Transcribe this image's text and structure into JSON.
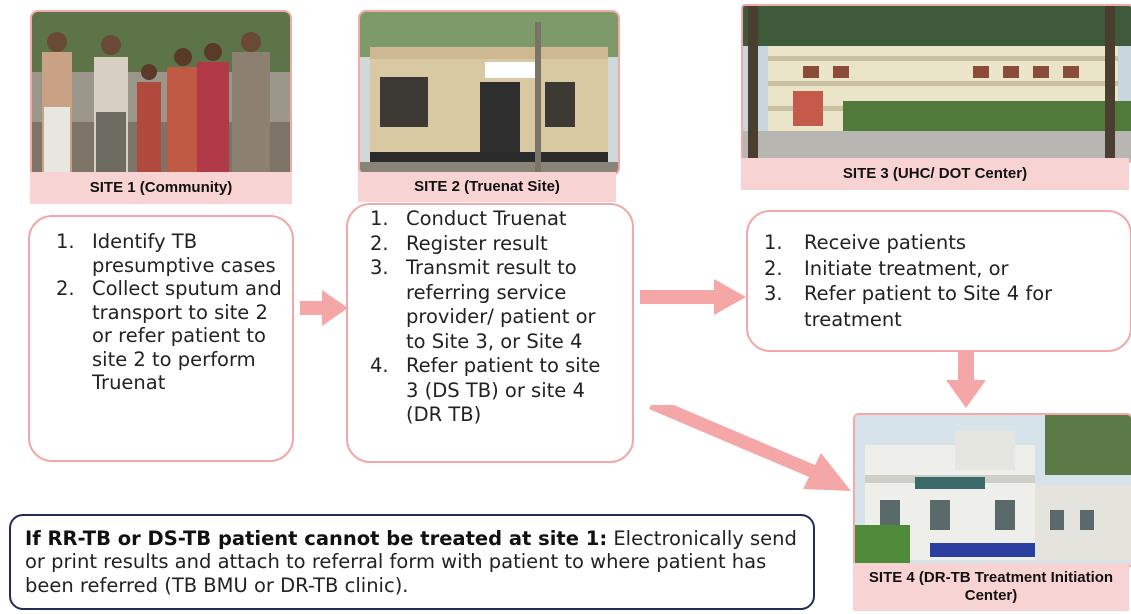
{
  "site1": {
    "label": "SITE 1 (Community)",
    "items": [
      {
        "num": "1.",
        "text": "Identify TB presumptive cases"
      },
      {
        "num": "2.",
        "text": "Collect sputum and transport to site 2 or refer patient to site 2 to perform Truenat"
      }
    ]
  },
  "site2": {
    "label": "SITE 2 (Truenat Site)",
    "items": [
      {
        "num": "1.",
        "text": "Conduct Truenat"
      },
      {
        "num": "2.",
        "text": "Register result"
      },
      {
        "num": "3.",
        "text": "Transmit result to referring service provider/ patient or to Site 3, or Site 4"
      },
      {
        "num": "4.",
        "text": "Refer patient to site 3  (DS TB) or site 4 (DR TB)"
      }
    ]
  },
  "site3": {
    "label": "SITE 3 (UHC/ DOT Center)",
    "items": [
      {
        "num": "1.",
        "text": "Receive patients"
      },
      {
        "num": "2.",
        "text": "Initiate treatment, or"
      },
      {
        "num": "3.",
        "text": "Refer patient to Site 4 for treatment"
      }
    ]
  },
  "site4": {
    "label": "SITE 4 (DR-TB Treatment Initiation Center)"
  },
  "note": {
    "bold": "If RR-TB or DS-TB patient cannot be treated at site 1:",
    "text": " Electronically send or print results and attach to referral form with patient to where patient has been referred (TB BMU or DR-TB clinic)."
  },
  "colors": {
    "arrow": "#f5a7a7",
    "box_border": "#f2a8a8",
    "label_bg": "#f8d3d3",
    "note_border": "#1f2f5a"
  }
}
